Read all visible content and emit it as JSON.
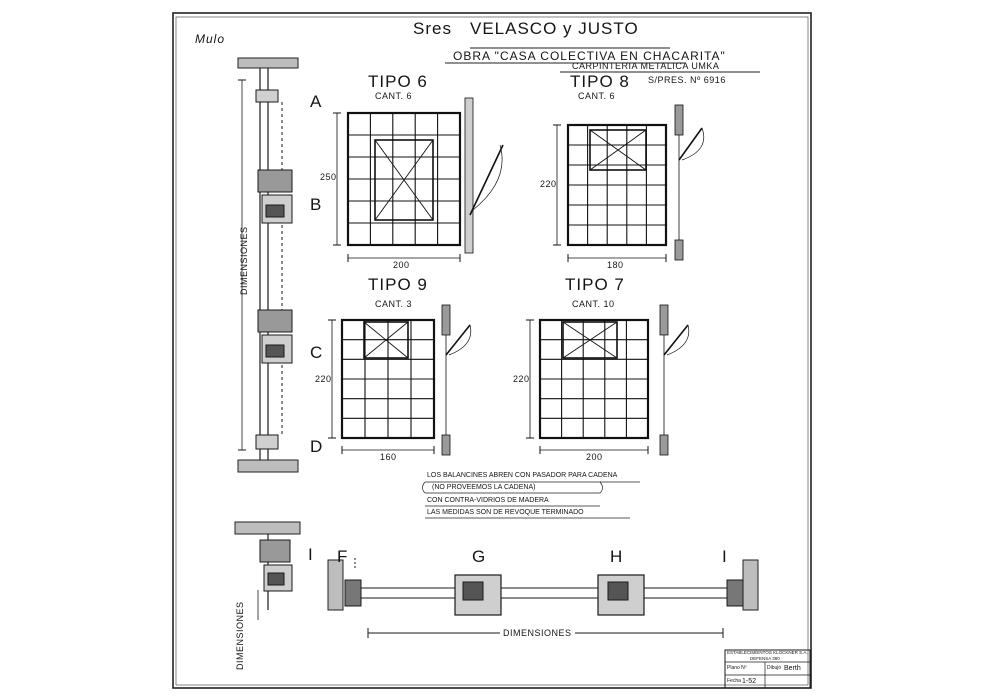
{
  "header": {
    "line1_prefix": "Sres",
    "line1_names": "VELASCO y JUSTO",
    "obra": "OBRA \"CASA COLECTIVA EN CHACARITA\"",
    "carpinteria": "CARPINTERIA METALICA UMKA",
    "s_pres": "S/PRES. Nº 6916",
    "signature": "Mulo"
  },
  "types": [
    {
      "id": "tipo6",
      "title": "TIPO 6",
      "qty": "CANT. 6",
      "width": "200",
      "height": "250"
    },
    {
      "id": "tipo8",
      "title": "TIPO 8",
      "qty": "CANT. 6",
      "width": "180",
      "height": "220"
    },
    {
      "id": "tipo9",
      "title": "TIPO 9",
      "qty": "CANT. 3",
      "width": "160",
      "height": "220"
    },
    {
      "id": "tipo7",
      "title": "TIPO 7",
      "qty": "CANT. 10",
      "width": "200",
      "height": "220"
    }
  ],
  "section_letters": {
    "a": "A",
    "b": "B",
    "c": "C",
    "d": "D",
    "f": "F",
    "g": "G",
    "h": "H",
    "i": "I"
  },
  "dimension_label": "DIMENSIONES",
  "notes": [
    "LOS BALANCINES ABREN CON PASADOR PARA CADENA",
    "(NO PROVEEMOS LA CADENA)",
    "CON CONTRA-VIDRIOS DE MADERA",
    "LAS MEDIDAS SON DE REVOQUE TERMINADO"
  ],
  "title_block": {
    "company": "ESTABLECIMIENTOS KLOCKNER S.A.",
    "address": "DEFENSA 360",
    "plano_no": "Plano Nº",
    "fecha_label": "Fecha",
    "fecha": "1-52",
    "dibujo_label": "Dibujó",
    "dibujo": "Berth"
  },
  "colors": {
    "ink": "#1a1a1a",
    "paper": "#ffffff"
  }
}
